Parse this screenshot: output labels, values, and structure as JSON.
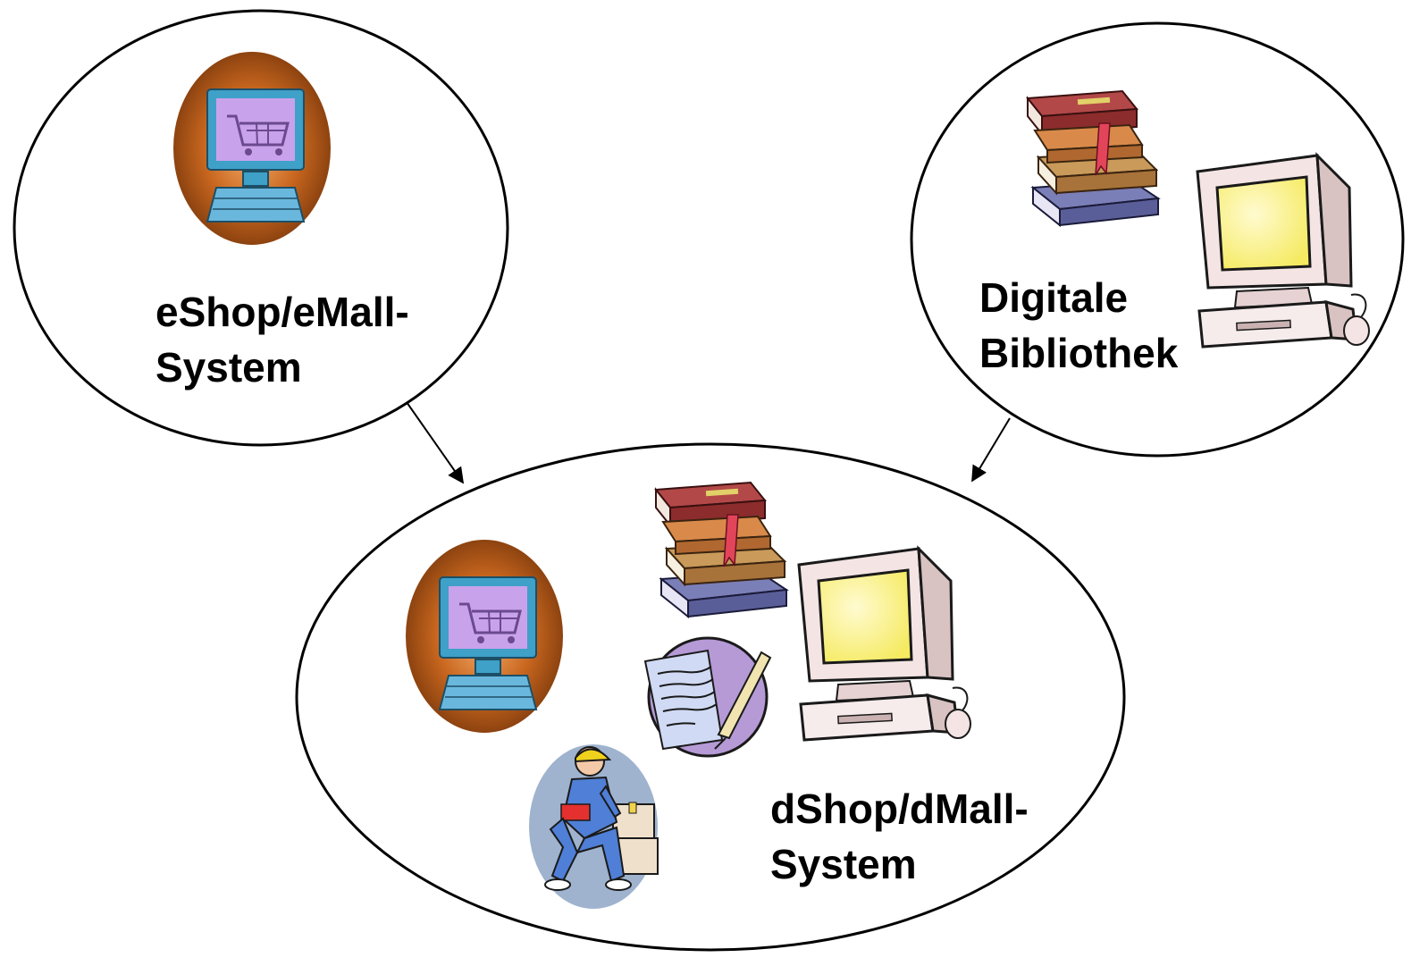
{
  "nodes": {
    "eshop": {
      "label_line1": "eShop/eMall-",
      "label_line2": "System",
      "icons": [
        "shopping-cart-computer-icon"
      ]
    },
    "library": {
      "label_line1": "Digitale",
      "label_line2": "Bibliothek",
      "icons": [
        "book-stack-icon",
        "desktop-computer-icon"
      ]
    },
    "dshop": {
      "label_line1": "dShop/dMall-",
      "label_line2": "System",
      "icons": [
        "shopping-cart-computer-icon",
        "book-stack-icon",
        "desktop-computer-icon",
        "document-quill-icon",
        "warehouse-worker-icon"
      ]
    }
  },
  "edges": [
    {
      "from": "eshop",
      "to": "dshop"
    },
    {
      "from": "library",
      "to": "dshop"
    }
  ],
  "colors": {
    "outline": "#000000",
    "cart_badge": "#b85a1c",
    "screen_purple": "#b58ee0",
    "monitor_beige": "#f7e8e8",
    "monitor_screen": "#fbf59a"
  }
}
